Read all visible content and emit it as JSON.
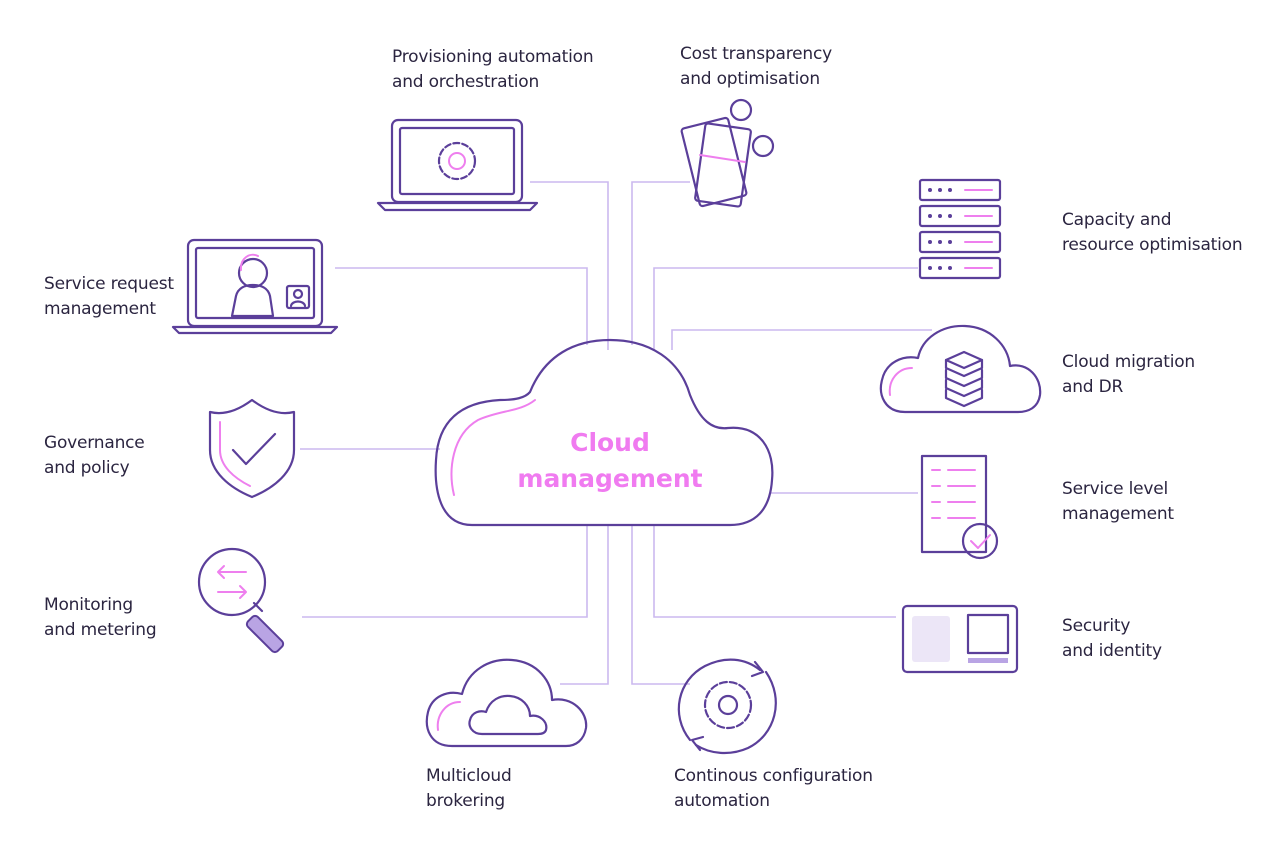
{
  "center": {
    "line1": "Cloud",
    "line2": "management"
  },
  "nodes": {
    "provisioning": {
      "line1": "Provisioning automation",
      "line2": "and orchestration",
      "icon": "laptop-gear-icon"
    },
    "cost": {
      "line1": "Cost transparency",
      "line2": "and optimisation",
      "icon": "money-coins-icon"
    },
    "capacity": {
      "line1": "Capacity and",
      "line2": "resource optimisation",
      "icon": "server-rack-icon"
    },
    "migration": {
      "line1": "Cloud migration",
      "line2": "and DR",
      "icon": "cloud-database-icon"
    },
    "service_level": {
      "line1": "Service level",
      "line2": "management",
      "icon": "document-check-icon"
    },
    "security": {
      "line1": "Security",
      "line2": "and identity",
      "icon": "id-card-icon"
    },
    "configuration": {
      "line1": "Continous configuration",
      "line2": "automation",
      "icon": "gear-cycle-icon"
    },
    "multicloud": {
      "line1": "Multicloud",
      "line2": "brokering",
      "icon": "nested-cloud-icon"
    },
    "monitoring": {
      "line1": "Monitoring",
      "line2": "and metering",
      "icon": "magnifier-arrows-icon"
    },
    "governance": {
      "line1": "Governance",
      "line2": "and policy",
      "icon": "shield-check-icon"
    },
    "service_request": {
      "line1": "Service request",
      "line2": "management",
      "icon": "laptop-person-icon"
    }
  },
  "colors": {
    "primary": "#5b3f9a",
    "accent": "#ee7fee",
    "connector": "#cbb9ef",
    "fill_light": "#ece6f7",
    "title": "#f07bf0"
  }
}
